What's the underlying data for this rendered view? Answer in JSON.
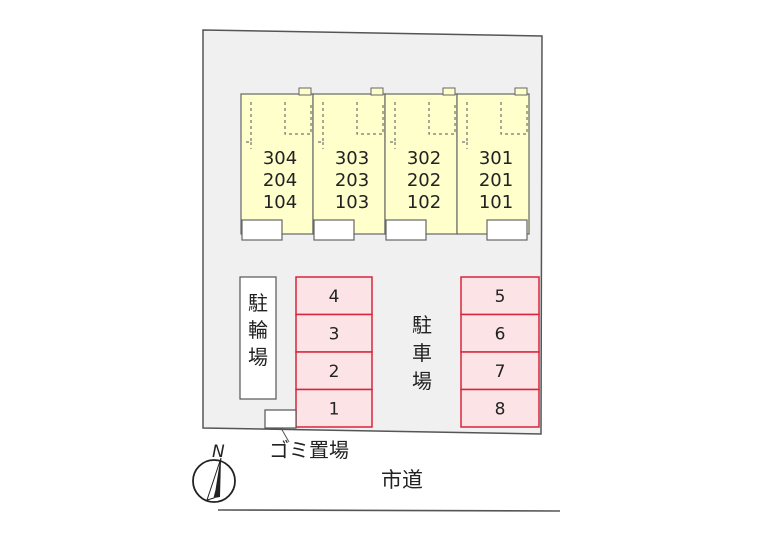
{
  "colors": {
    "lot": "#f0f0f0",
    "building": "#ffffcc",
    "parking_fill": "#fbe3e6",
    "parking_border": "#d7263d",
    "outline": "#555555"
  },
  "buildings": [
    {
      "units": [
        "304",
        "204",
        "104"
      ]
    },
    {
      "units": [
        "303",
        "203",
        "103"
      ]
    },
    {
      "units": [
        "302",
        "202",
        "102"
      ]
    },
    {
      "units": [
        "301",
        "201",
        "101"
      ]
    }
  ],
  "parking_left": [
    "4",
    "3",
    "2",
    "1"
  ],
  "parking_right": [
    "5",
    "6",
    "7",
    "8"
  ],
  "bicycle_parking_chars": [
    "駐",
    "輪",
    "場"
  ],
  "parking_area_chars": [
    "駐",
    "車",
    "場"
  ],
  "garbage_label": "ゴミ置場",
  "road_label": "市道",
  "compass_label": "N",
  "compass_icon": "north-arrow-icon"
}
